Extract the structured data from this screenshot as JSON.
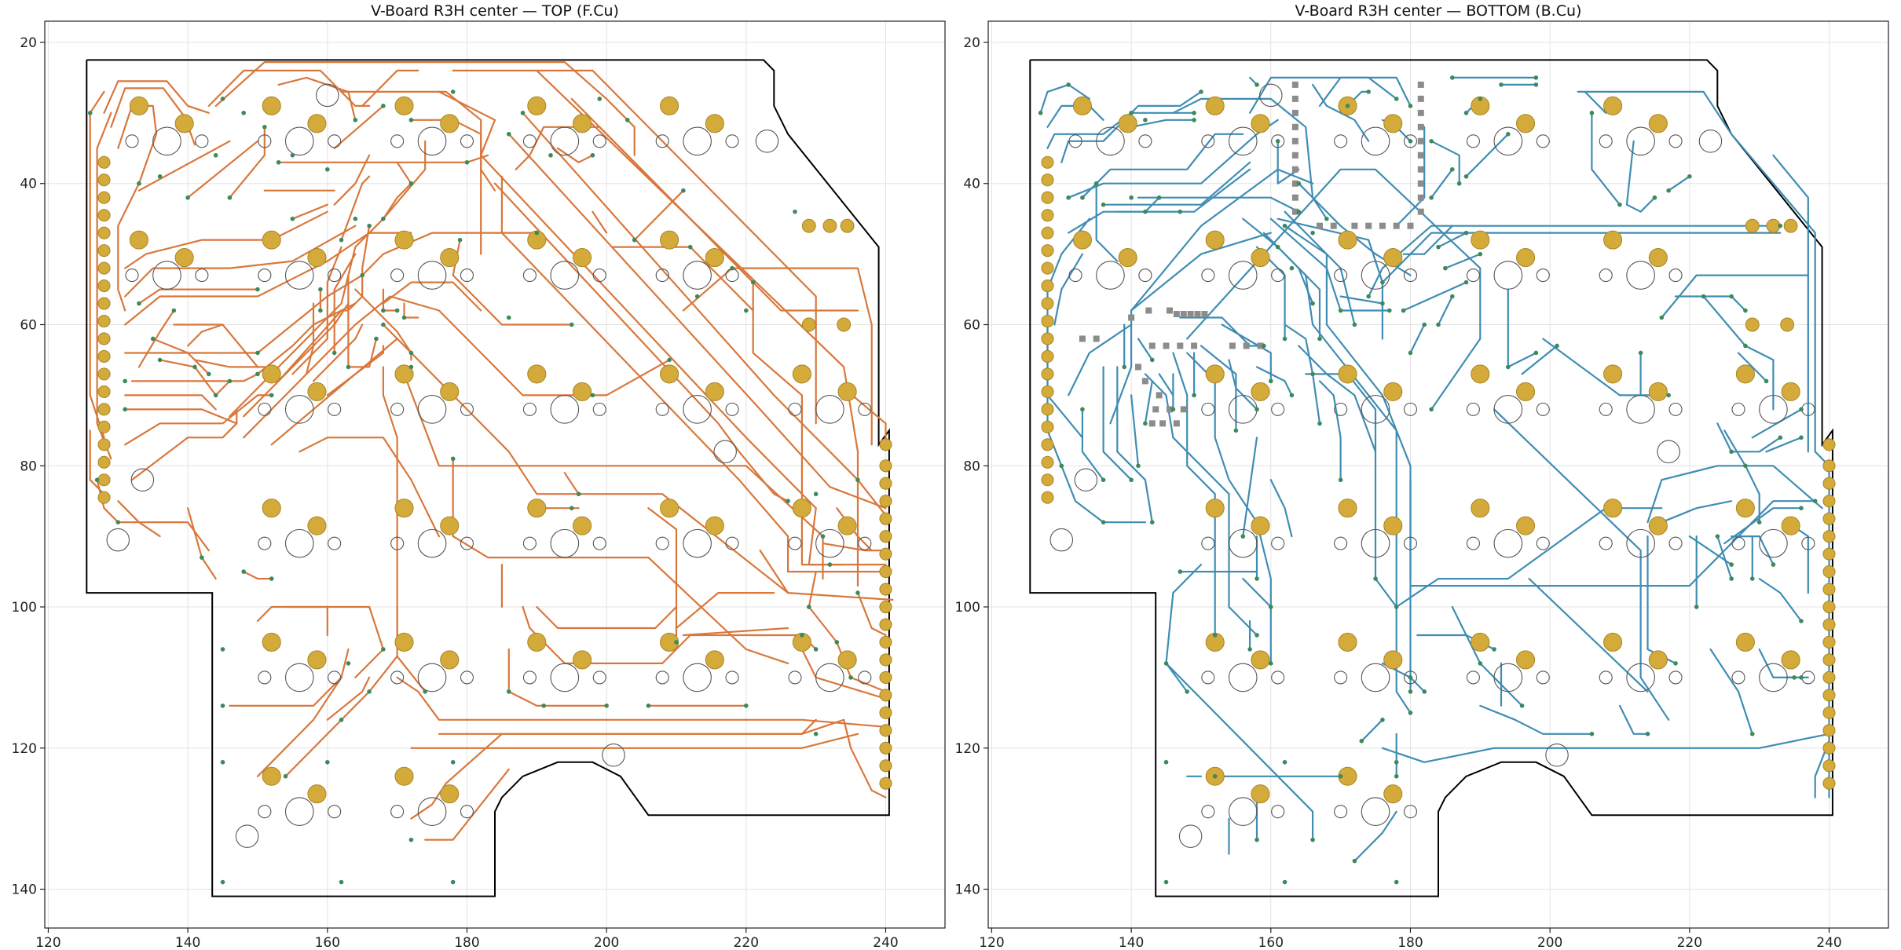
{
  "panels": [
    {
      "id": "top",
      "title": "V-Board R3H center — TOP (F.Cu)",
      "trace_color": "#d9773b"
    },
    {
      "id": "bottom",
      "title": "V-Board R3H center — BOTTOM (B.Cu)",
      "trace_color": "#3f8db3"
    }
  ],
  "axes": {
    "x_ticks": [
      "120",
      "140",
      "160",
      "180",
      "200",
      "220",
      "240"
    ],
    "y_ticks": [
      "20",
      "40",
      "60",
      "80",
      "100",
      "120",
      "140"
    ],
    "x_range": [
      119.5,
      248.5
    ],
    "y_range": [
      145.5,
      17
    ],
    "grid": true
  },
  "colors": {
    "pad": "#d4ab3a",
    "pad_edge": "#a88526",
    "via": "#3c8a5a",
    "smd_pad": "#8c8c8c",
    "outline": "#000000",
    "hole": "#555555"
  },
  "board_outline": [
    [
      125.5,
      22.5
    ],
    [
      222.5,
      22.5
    ],
    [
      224,
      24
    ],
    [
      224,
      29
    ],
    [
      226,
      33
    ],
    [
      239,
      49
    ],
    [
      239,
      77
    ],
    [
      240.5,
      75
    ],
    [
      240.5,
      129.5
    ],
    [
      206,
      129.5
    ],
    [
      202,
      124
    ],
    [
      198,
      122
    ],
    [
      193,
      122
    ],
    [
      188,
      124
    ],
    [
      185,
      127
    ],
    [
      184,
      129
    ],
    [
      184,
      141
    ],
    [
      143.5,
      141
    ],
    [
      143.5,
      98
    ],
    [
      125.5,
      98
    ],
    [
      125.5,
      22.5
    ]
  ],
  "switches": [
    [
      137,
      34
    ],
    [
      156,
      34
    ],
    [
      175,
      34
    ],
    [
      194,
      34
    ],
    [
      213,
      34
    ],
    [
      137,
      53
    ],
    [
      156,
      53
    ],
    [
      175,
      53
    ],
    [
      194,
      53
    ],
    [
      213,
      53
    ],
    [
      156,
      72
    ],
    [
      175,
      72
    ],
    [
      194,
      72
    ],
    [
      213,
      72
    ],
    [
      232,
      72
    ],
    [
      156,
      91
    ],
    [
      175,
      91
    ],
    [
      194,
      91
    ],
    [
      213,
      91
    ],
    [
      232,
      91
    ],
    [
      156,
      110
    ],
    [
      175,
      110
    ],
    [
      194,
      110
    ],
    [
      213,
      110
    ],
    [
      232,
      110
    ],
    [
      156,
      129
    ],
    [
      175,
      129
    ]
  ],
  "extra_holes": [
    [
      160,
      27.5
    ],
    [
      223,
      34
    ],
    [
      133.5,
      82
    ],
    [
      130,
      90.5
    ],
    [
      217,
      78
    ],
    [
      201,
      121
    ],
    [
      148.5,
      132.5
    ]
  ],
  "header_pins": [
    77,
    80,
    82.5,
    85,
    87.5,
    90,
    92.5,
    95,
    97.5,
    100,
    102.5,
    105,
    107.5,
    110,
    112.5,
    115,
    117.5,
    120,
    122.5,
    125
  ],
  "left_pins": [
    37,
    39.5,
    42,
    44.5,
    47,
    49.5,
    52,
    54.5,
    57,
    59.5,
    62,
    64.5,
    67,
    69.5,
    72,
    74.5,
    77,
    79.5,
    82,
    84.5
  ],
  "small_pads": [
    [
      229,
      46
    ],
    [
      232,
      46
    ],
    [
      234.5,
      46
    ],
    [
      229,
      60
    ],
    [
      234,
      60
    ]
  ],
  "smd_pads_bottom": [
    [
      163.5,
      26
    ],
    [
      163.5,
      28
    ],
    [
      163.5,
      30
    ],
    [
      163.5,
      32
    ],
    [
      163.5,
      34
    ],
    [
      163.5,
      36
    ],
    [
      163.5,
      38
    ],
    [
      163.5,
      40
    ],
    [
      163.5,
      42
    ],
    [
      163.5,
      44
    ],
    [
      181.5,
      26
    ],
    [
      181.5,
      28
    ],
    [
      181.5,
      30
    ],
    [
      181.5,
      32
    ],
    [
      181.5,
      34
    ],
    [
      181.5,
      36
    ],
    [
      181.5,
      38
    ],
    [
      181.5,
      40
    ],
    [
      181.5,
      42
    ],
    [
      181.5,
      44
    ],
    [
      167,
      46
    ],
    [
      169,
      46
    ],
    [
      172,
      46
    ],
    [
      174,
      46
    ],
    [
      176,
      46
    ],
    [
      178,
      46
    ],
    [
      180,
      46
    ],
    [
      154.5,
      63
    ],
    [
      156.5,
      63
    ],
    [
      158.5,
      63
    ],
    [
      142.5,
      58
    ],
    [
      140,
      59
    ],
    [
      145.5,
      58
    ],
    [
      146.5,
      58.5
    ],
    [
      147.5,
      58.5
    ],
    [
      148.5,
      58.5
    ],
    [
      149.5,
      58.5
    ],
    [
      150.5,
      58.5
    ],
    [
      143,
      63
    ],
    [
      145,
      63
    ],
    [
      147,
      63
    ],
    [
      149,
      63
    ],
    [
      141,
      66
    ],
    [
      142,
      68
    ],
    [
      144,
      70
    ],
    [
      143.5,
      72
    ],
    [
      145.5,
      72
    ],
    [
      147.5,
      72
    ],
    [
      143,
      74
    ],
    [
      144.5,
      74
    ],
    [
      146.5,
      74
    ],
    [
      133,
      62
    ],
    [
      135,
      62
    ]
  ]
}
